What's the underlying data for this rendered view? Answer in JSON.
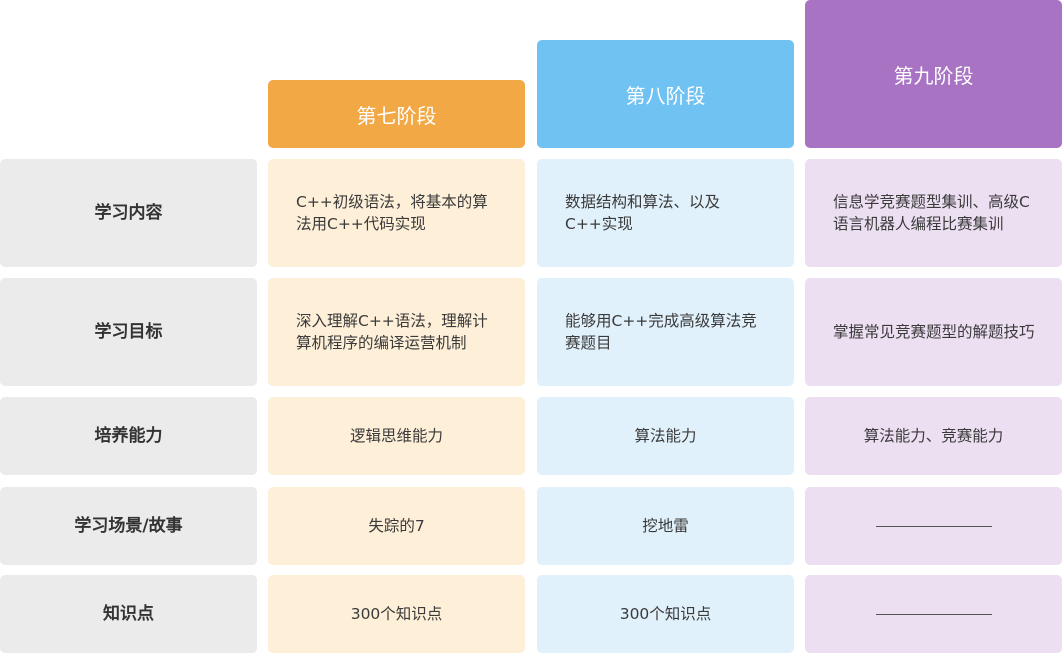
{
  "stages": {
    "s7": "第七阶段",
    "s8": "第八阶段",
    "s9": "第九阶段"
  },
  "rows": {
    "content": {
      "label": "学习内容",
      "s7": "C++初级语法，将基本的算法用C++代码实现",
      "s8": "数据结构和算法、以及C++实现",
      "s9": "信息学竞赛题型集训、高级C语言机器人编程比赛集训"
    },
    "goal": {
      "label": "学习目标",
      "s7": "深入理解C++语法，理解计算机程序的编译运营机制",
      "s8": "能够用C++完成高级算法竞赛题目",
      "s9": "掌握常见竞赛题型的解题技巧"
    },
    "ability": {
      "label": "培养能力",
      "s7": "逻辑思维能力",
      "s8": "算法能力",
      "s9": "算法能力、竞赛能力"
    },
    "scene": {
      "label": "学习场景/故事",
      "s7": "失踪的7",
      "s8": "挖地雷"
    },
    "knowledge": {
      "label": "知识点",
      "s7": "300个知识点",
      "s8": "300个知识点"
    }
  }
}
